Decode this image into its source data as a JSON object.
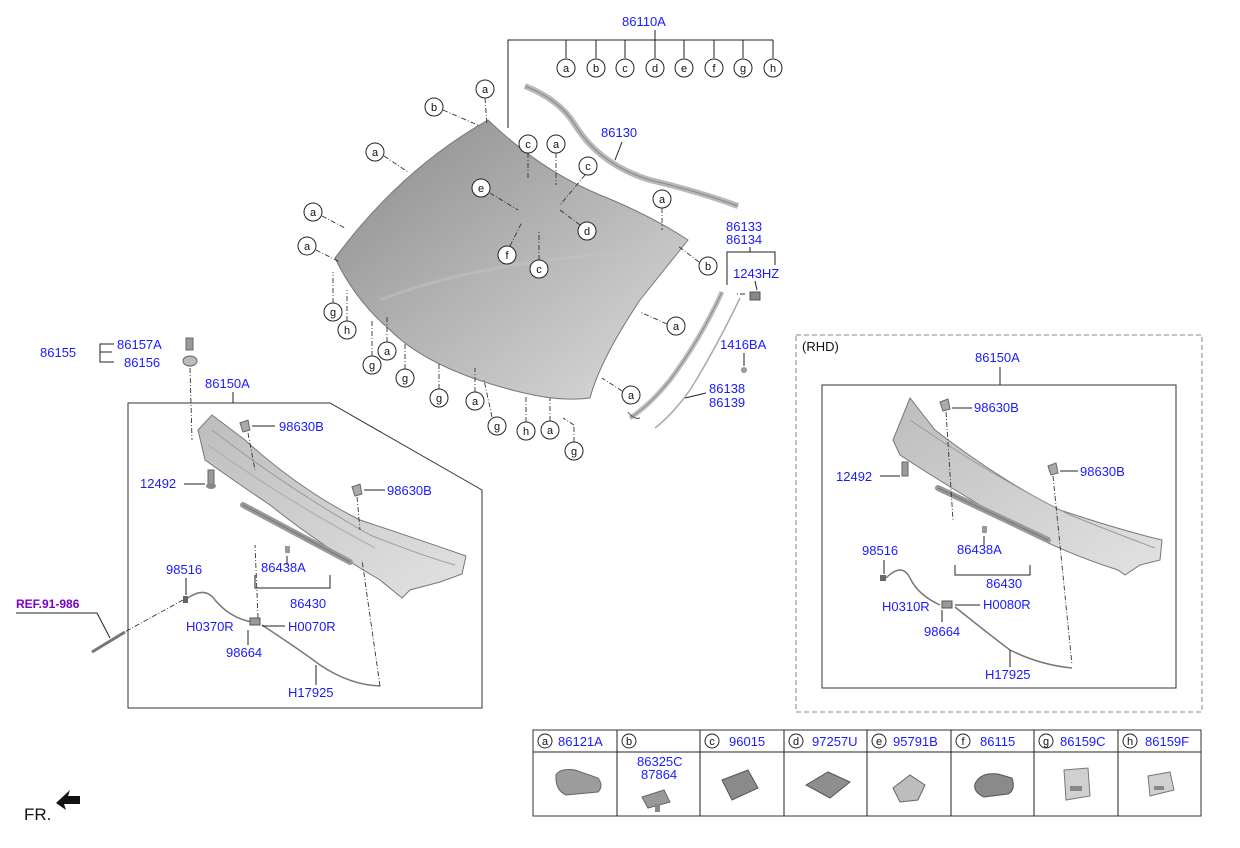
{
  "diagram": {
    "part_numbers": {
      "assembly_glass": "86110A",
      "molding_top": "86130",
      "molding_side_upper": "86133",
      "molding_side_upper_2": "86134",
      "clip_side": "1243HZ",
      "clip_side_2": "1416BA",
      "molding_side_lower": "86138",
      "molding_side_lower_2": "86139",
      "cowl_group": "86155",
      "cowl_screw": "86157A",
      "cowl_grommet": "86156",
      "cowl_panel": "86150A",
      "cowl_clip_1": "98630B",
      "cowl_clip_2": "98630B",
      "cowl_screw_2": "12492",
      "nozzle": "98516",
      "hose_1": "H0370R",
      "hose_2": "H0070R",
      "check_valve": "98664",
      "hose_3": "H17925",
      "seal": "86438A",
      "seal_group": "86430",
      "reference": "REF.91-986"
    },
    "rhd": {
      "label": "(RHD)",
      "cowl_panel": "86150A",
      "cowl_clip_1": "98630B",
      "cowl_clip_2": "98630B",
      "cowl_screw": "12492",
      "nozzle": "98516",
      "seal": "86438A",
      "seal_group": "86430",
      "hose_1": "H0310R",
      "hose_2": "H0080R",
      "check_valve": "98664",
      "hose_3": "H17925"
    },
    "letters": [
      "a",
      "b",
      "c",
      "d",
      "e",
      "f",
      "g",
      "h"
    ],
    "legend": [
      {
        "letter": "a",
        "parts": [
          "86121A"
        ]
      },
      {
        "letter": "b",
        "parts": [
          "86325C",
          "87864"
        ]
      },
      {
        "letter": "c",
        "parts": [
          "96015"
        ]
      },
      {
        "letter": "d",
        "parts": [
          "97257U"
        ]
      },
      {
        "letter": "e",
        "parts": [
          "95791B"
        ]
      },
      {
        "letter": "f",
        "parts": [
          "86115"
        ]
      },
      {
        "letter": "g",
        "parts": [
          "86159C"
        ]
      },
      {
        "letter": "h",
        "parts": [
          "86159F"
        ]
      }
    ],
    "front_label": "FR."
  }
}
